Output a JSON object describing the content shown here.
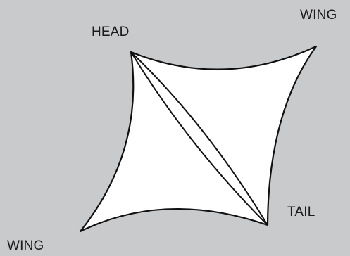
{
  "labels": {
    "head": "HEAD",
    "wing_top": "WING",
    "tail": "TAIL",
    "wing_bottom": "WING"
  },
  "colors": {
    "background": "#c9cacb",
    "sail_fill": "#ffffff",
    "outline": "#111111",
    "text": "#1a1a1a"
  }
}
